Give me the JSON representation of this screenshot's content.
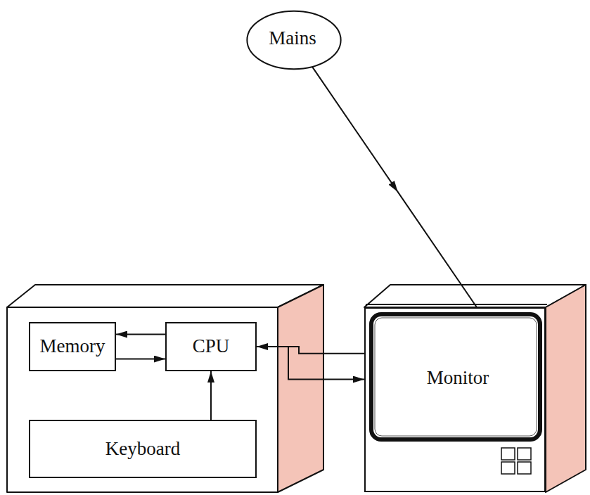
{
  "diagram": {
    "nodes": [
      {
        "text": [
          "Mains"
        ]
      },
      {
        "text": [
          "Memory"
        ]
      },
      {
        "text": [
          "CPU"
        ]
      },
      {
        "text": [
          "Keyboard"
        ]
      },
      {
        "text": [
          "Monitor"
        ]
      }
    ],
    "edges": [
      {
        "from": 0,
        "to": 4,
        "arrow": "to"
      },
      {
        "from": 2,
        "to": 1,
        "arrow": "to"
      },
      {
        "from": 1,
        "to": 2,
        "arrow": "to"
      },
      {
        "from": 3,
        "to": 2,
        "arrow": "to"
      },
      {
        "from": 4,
        "to": 2,
        "arrow": "to"
      },
      {
        "from": 2,
        "to": 4,
        "arrow": "to"
      }
    ]
  }
}
